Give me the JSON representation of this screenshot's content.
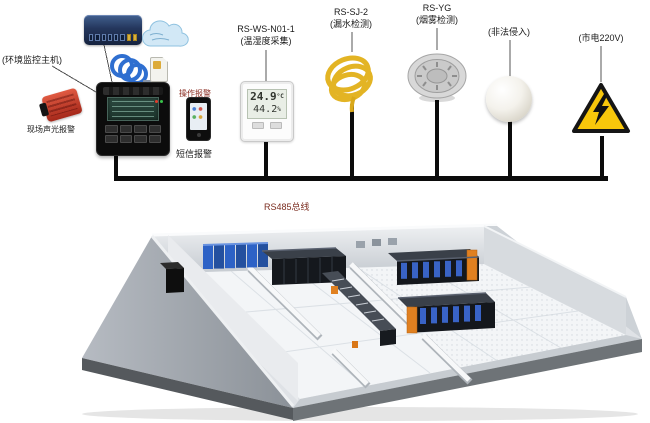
{
  "labels": {
    "host": "(环境监控主机)",
    "sound_light_alarm": "现场声光报警",
    "operate_alarm": "操作报警",
    "sms_alarm": "短信报警",
    "bus": "RS485总线"
  },
  "devices": {
    "temp_humidity": {
      "name": "RS-WS-N01-1",
      "desc": "(温湿度采集)"
    },
    "water_leak": {
      "name": "RS-SJ-2",
      "desc": "(漏水检测)"
    },
    "smoke": {
      "name": "RS-YG",
      "desc": "(烟雾检测)"
    },
    "intrusion": {
      "desc": "(非法侵入)"
    },
    "mains": {
      "desc": "(市电220V)"
    }
  },
  "thermo_display": {
    "temperature": "24.9",
    "temp_unit": "°C",
    "humidity": "44.2",
    "humidity_unit": "%"
  },
  "icons": [
    "network-switch",
    "cloud-icon",
    "ethernet-cable-coil-icon",
    "sim-card-icon",
    "monitoring-host",
    "sound-light-alarm-icon",
    "smartphone-icon",
    "temp-humidity-sensor",
    "water-leak-cable-icon",
    "smoke-detector-icon",
    "pir-dome-icon",
    "high-voltage-warning-icon",
    "server-room-illustration"
  ],
  "colors": {
    "bus_line": "#0b0b0b",
    "bus_label": "#7b2d20",
    "warning_yellow": "#f8c70b",
    "alarm_red": "#c23b2e",
    "cable_blue": "#2f6fd0",
    "cable_yellow": "#e3b424",
    "rack_blue": "#3963c6",
    "rack_dark": "#14171c",
    "room_wall": "#c6cbd1",
    "room_floor": "#f3f5f7"
  }
}
